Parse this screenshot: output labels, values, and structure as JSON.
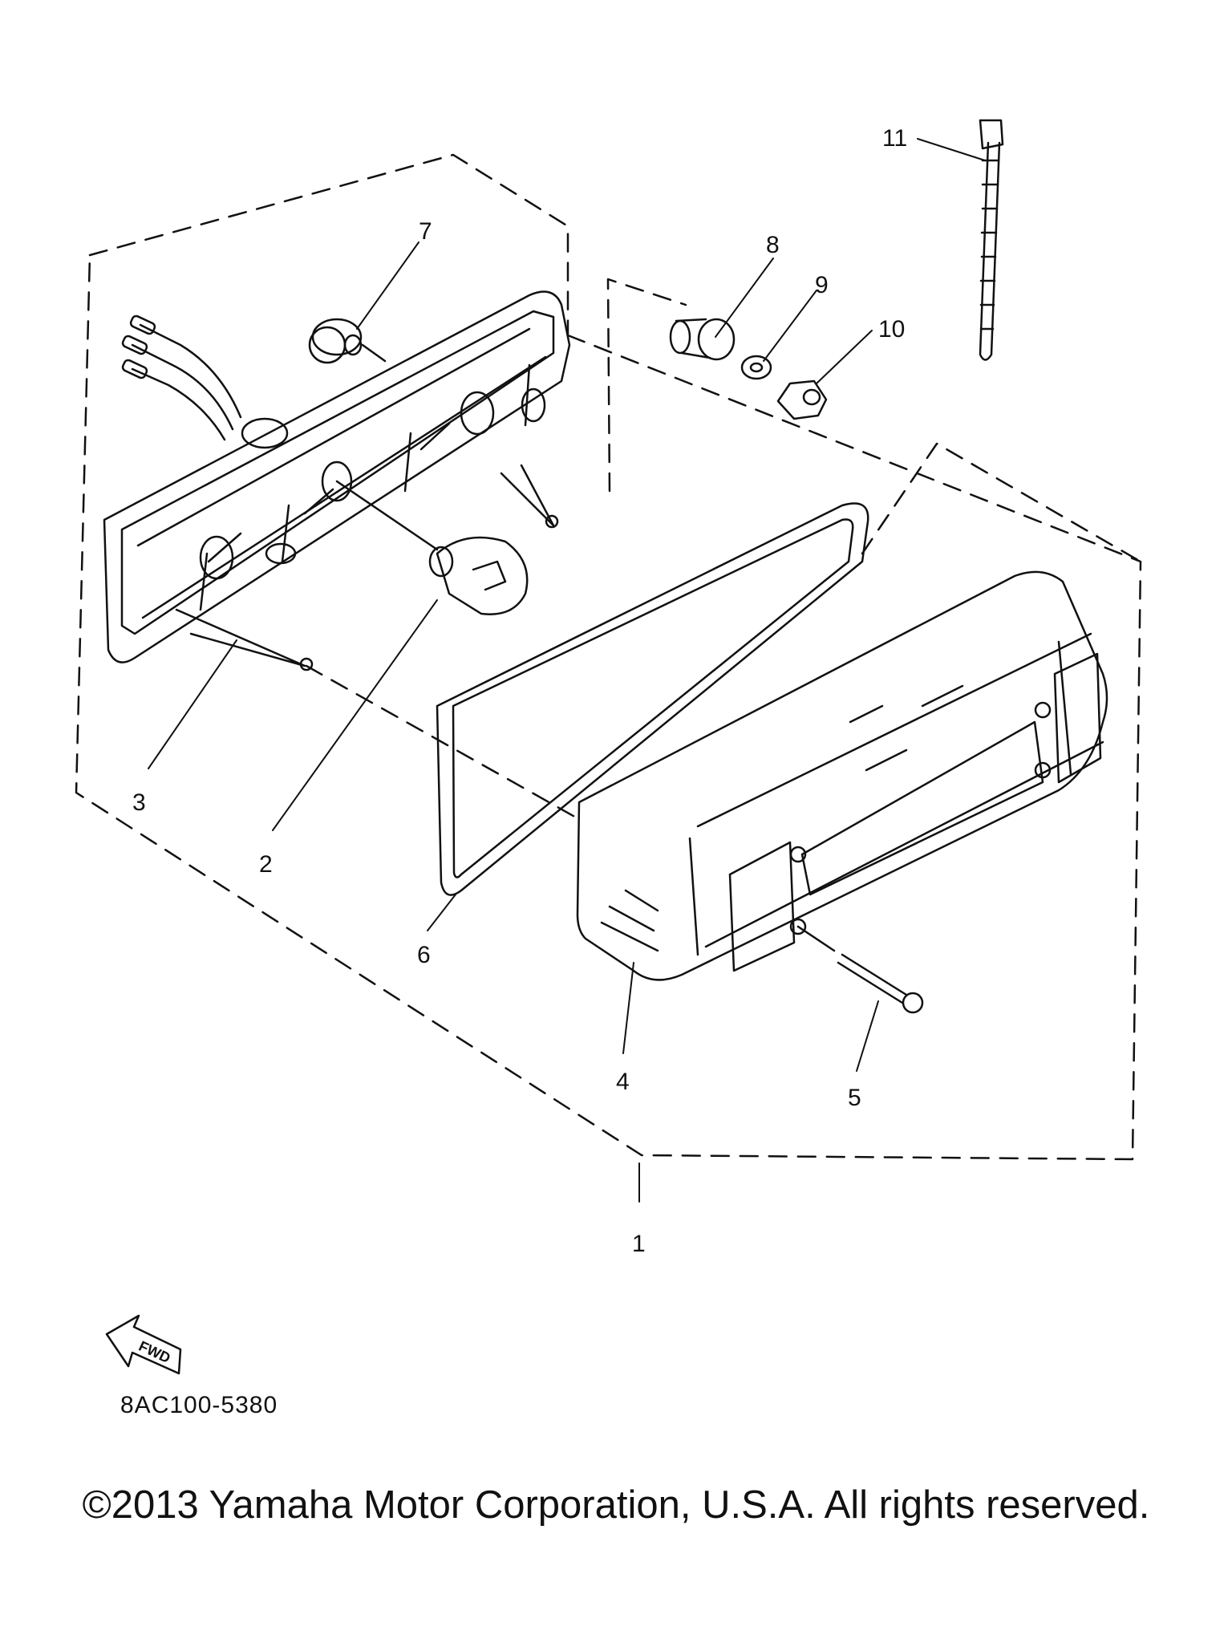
{
  "callouts": {
    "c1": "1",
    "c2": "2",
    "c3": "3",
    "c4": "4",
    "c5": "5",
    "c6": "6",
    "c7": "7",
    "c8": "8",
    "c9": "9",
    "c10": "10",
    "c11": "11"
  },
  "fwd_label": "FWD",
  "drawing_code": "8AC100-5380",
  "copyright": "©2013 Yamaha Motor Corporation, U.S.A. All rights reserved.",
  "colors": {
    "ink": "#111111",
    "background": "#ffffff"
  }
}
